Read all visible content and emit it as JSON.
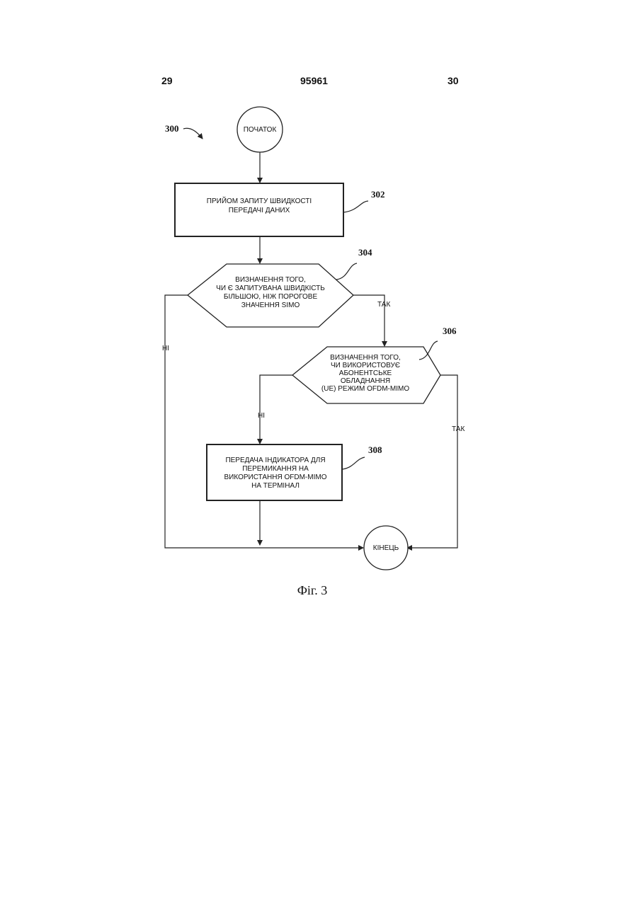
{
  "header": {
    "left_page": "29",
    "patent_number": "95961",
    "right_page": "30"
  },
  "figure": {
    "ref": "300",
    "caption": "Фіг. 3"
  },
  "nodes": {
    "start": {
      "label": "ПОЧАТОК"
    },
    "step302": {
      "ref": "302",
      "lines": [
        "ПРИЙОМ ЗАПИТУ ШВИДКОСТІ",
        "ПЕРЕДАЧІ ДАНИХ"
      ]
    },
    "step304": {
      "ref": "304",
      "lines": [
        "ВИЗНАЧЕННЯ ТОГО,",
        "ЧИ Є ЗАПИТУВАНА ШВИДКІСТЬ",
        "БІЛЬШОЮ, НІЖ ПОРОГОВЕ",
        "ЗНАЧЕННЯ SIMO"
      ]
    },
    "step306": {
      "ref": "306",
      "lines": [
        "ВИЗНАЧЕННЯ ТОГО,",
        "ЧИ ВИКОРИСТОВУЄ",
        "АБОНЕНТСЬКЕ",
        "ОБЛАДНАННЯ",
        "(UE) РЕЖИМ OFDM-MIMO"
      ]
    },
    "step308": {
      "ref": "308",
      "lines": [
        "ПЕРЕДАЧА ІНДИКАТОРА ДЛЯ",
        "ПЕРЕМИКАННЯ НА",
        "ВИКОРИСТАННЯ OFDM-MIMO",
        "НА ТЕРМІНАЛ"
      ]
    },
    "end": {
      "label": "КІНЕЦЬ"
    }
  },
  "edges": {
    "yes_304": "ТАК",
    "no_304": "НІ",
    "yes_306": "ТАК",
    "no_306": "НІ"
  }
}
